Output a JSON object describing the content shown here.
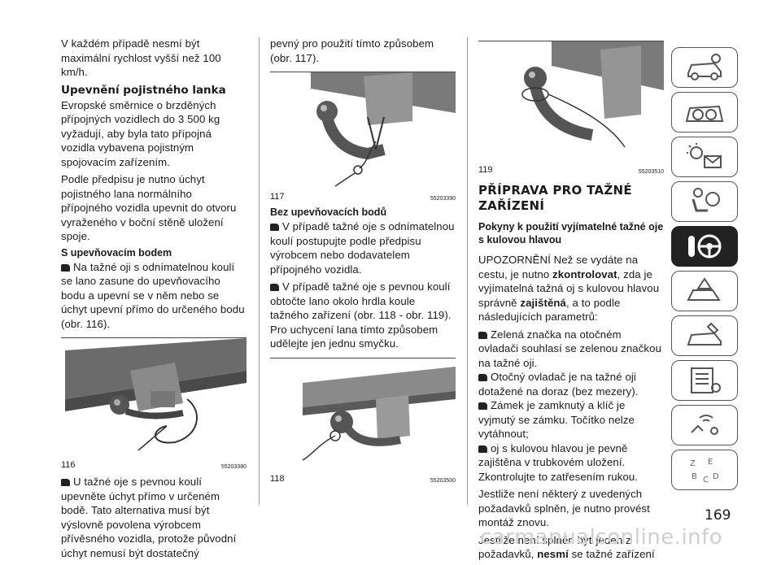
{
  "col1": {
    "p1": "V každém případě nesmí být maximální rychlost vyšší než 100 km/h.",
    "h_lanka": "Upevnění pojistného lanka",
    "p2": "Evropské směrnice o brzděných přípojných vozidlech do 3 500 kg vyžadují, aby byla tato přípojná vozidla vybavena pojistným spojovacím zařízením.",
    "p3": "Podle předpisu je nutno úchyt pojistného lana normálního přípojného vozidla upevnit do otvoru vyraženého v boční stěně uložení spoje.",
    "h_bodem": "S upevňovacím bodem",
    "p4": "Na tažné oji s odnímatelnou koulí se lano zasune do upevňovacího bodu a upevní se v něm nebo se úchyt upevní přímo do určeného bodu (obr. 116).",
    "fig_num": "116",
    "fig_code": "55203380",
    "p5": "U tažné oje s pevnou koulí upevněte úchyt přímo v určeném bodě. Tato alternativa musí být výslovně povolena výrobcem přívěsného vozidla, protože původní úchyt nemusí být dostatečný"
  },
  "col2": {
    "p1": "pevný pro použití tímto způsobem (obr. 117).",
    "fig1_num": "117",
    "fig1_code": "55203390",
    "h_bez": "Bez upevňovacích bodů",
    "p2": "V případě tažné oje s odnímatelnou koulí postupujte podle předpisu výrobcem nebo dodavatelem přípojného vozidla.",
    "p3": "V případě tažné oje s pevnou koulí obtočte lano okolo hrdla koule tažného zařízení (obr. 118 - obr. 119). Pro uchycení lana tímto způsobem udělejte jen jednu smyčku.",
    "fig2_num": "118",
    "fig2_code": "55203500"
  },
  "col3": {
    "fig_num": "119",
    "fig_code": "55203510",
    "h_priprava": "PŘÍPRAVA PRO TAŽNÉ ZAŘÍZENÍ",
    "h_pokyny": "Pokyny k použití vyjímatelné tažné oje s kulovou hlavou",
    "p1_a": "UPOZORNĚNÍ Než se vydáte na cestu, je nutno ",
    "p1_b": "zkontrolovat",
    "p1_c": ", zda je vyjímatelná tažná oj s kulovou hlavou správně ",
    "p1_d": "zajištěná",
    "p1_e": ", a to podle následujících parametrů:",
    "b1": "Zelená značka na otočném ovladači souhlasí se zelenou značkou na tažné oji.",
    "b2": "Otočný ovladač je na tažné oji dotažené na doraz (bez mezery).",
    "b3": "Zámek je zamknutý a klíč je vyjmutý se zámku. Točítko nelze vytáhnout;",
    "b4": "oj s kulovou hlavou je pevně zajištěna v trubkovém uložení.",
    "p2": "Zkontrolujte to zatřesením rukou.",
    "p3": "Jestliže není některý z uvedených požadavků splněn, je nutno provést montáž znovu.",
    "p4_a": "Jestliže není splněn byť jeden z požadavků, ",
    "p4_b": "nesmí",
    "p4_c": " se tažné zařízení"
  },
  "sidebar": {
    "tabs": [
      "car-info-icon",
      "car-dashboard-icon",
      "lights-message-icon",
      "airbag-seat-icon",
      "key-steering-wheel-icon",
      "warning-car-icon",
      "car-service-icon",
      "specifications-list-icon",
      "multimedia-icon",
      "index-letters-icon"
    ],
    "active_index": 4,
    "index_letters": "Z E B C D"
  },
  "page_number": "169",
  "watermark": "carmanualsonline.info"
}
